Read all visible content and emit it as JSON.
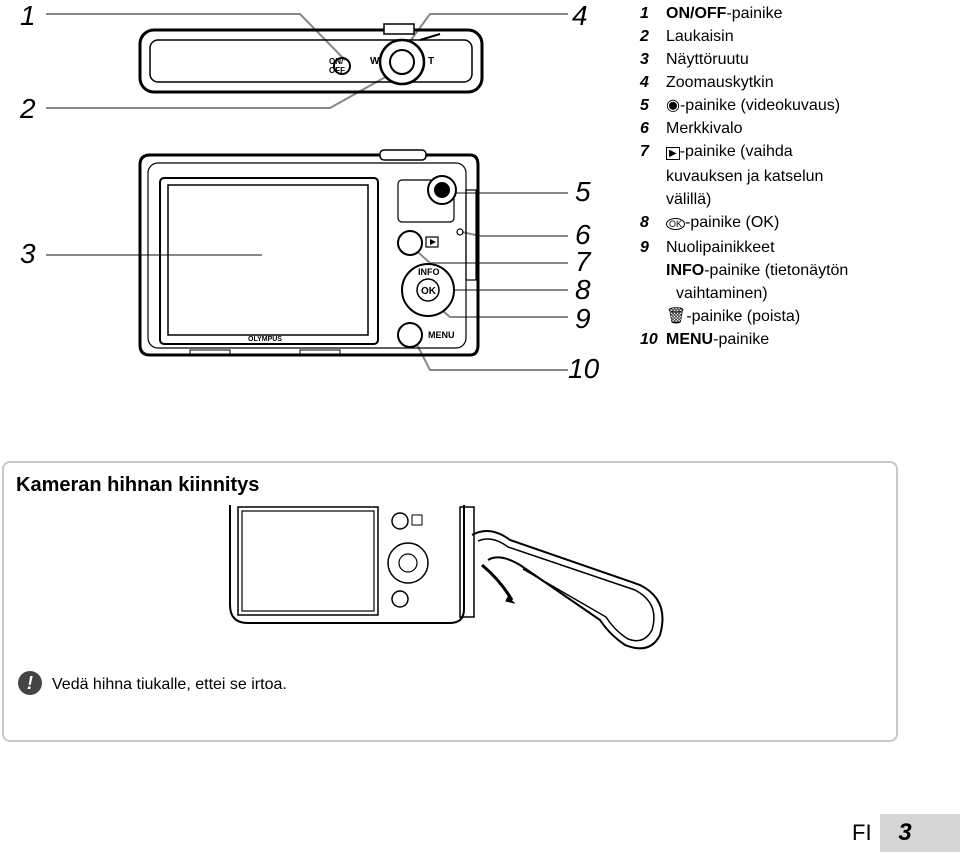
{
  "callouts": [
    "1",
    "2",
    "3",
    "4",
    "5",
    "6",
    "7",
    "8",
    "9",
    "10"
  ],
  "camera": {
    "top_labels": {
      "on_off_1": "ON/",
      "on_off_2": "OFF",
      "w": "W",
      "t": "T"
    },
    "back_labels": {
      "info": "INFO",
      "ok": "OK",
      "menu": "MENU",
      "brand": "OLYMPUS"
    }
  },
  "legend": [
    {
      "num": "1",
      "bold": "ON/OFF",
      "text": "-painike"
    },
    {
      "num": "2",
      "bold": "",
      "text": "Laukaisin"
    },
    {
      "num": "3",
      "bold": "",
      "text": "Näyttöruutu"
    },
    {
      "num": "4",
      "bold": "",
      "text": "Zoomauskytkin"
    },
    {
      "num": "5",
      "icon": "◉",
      "text": "-painike (videokuvaus)"
    },
    {
      "num": "6",
      "bold": "",
      "text": "Merkkivalo"
    },
    {
      "num": "7",
      "icon": "▶",
      "text": "-painike (vaihda"
    },
    {
      "num": "",
      "text": "kuvauksen ja katselun"
    },
    {
      "num": "",
      "text": "välillä)"
    },
    {
      "num": "8",
      "icon": "OK",
      "text": "-painike (OK)"
    },
    {
      "num": "9",
      "bold": "",
      "text": "Nuolipainikkeet"
    },
    {
      "num": "",
      "bold": "INFO",
      "text": "-painike (tietonäytön"
    },
    {
      "num": "",
      "text": "vaihtaminen)"
    },
    {
      "num": "",
      "icon": "🗑",
      "text": "-painike (poista)"
    },
    {
      "num": "10",
      "bold": "MENU",
      "text": "-painike"
    }
  ],
  "strap_section": {
    "title": "Kameran hihnan kiinnitys",
    "note_icon": "!",
    "note": "Vedä hihna tiukalle, ettei se irtoa."
  },
  "footer": {
    "lang": "FI",
    "page": "3"
  }
}
